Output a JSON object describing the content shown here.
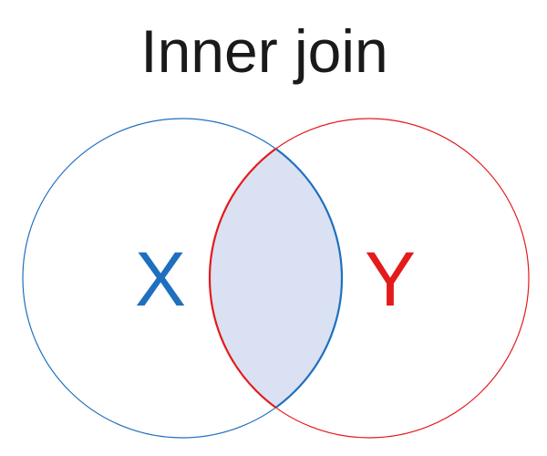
{
  "title": "Inner join",
  "sets": [
    {
      "label": "X",
      "color": "#1f6fbf"
    },
    {
      "label": "Y",
      "color": "#e31b1b"
    }
  ],
  "intersection": {
    "fill": "#d9e1f2"
  }
}
